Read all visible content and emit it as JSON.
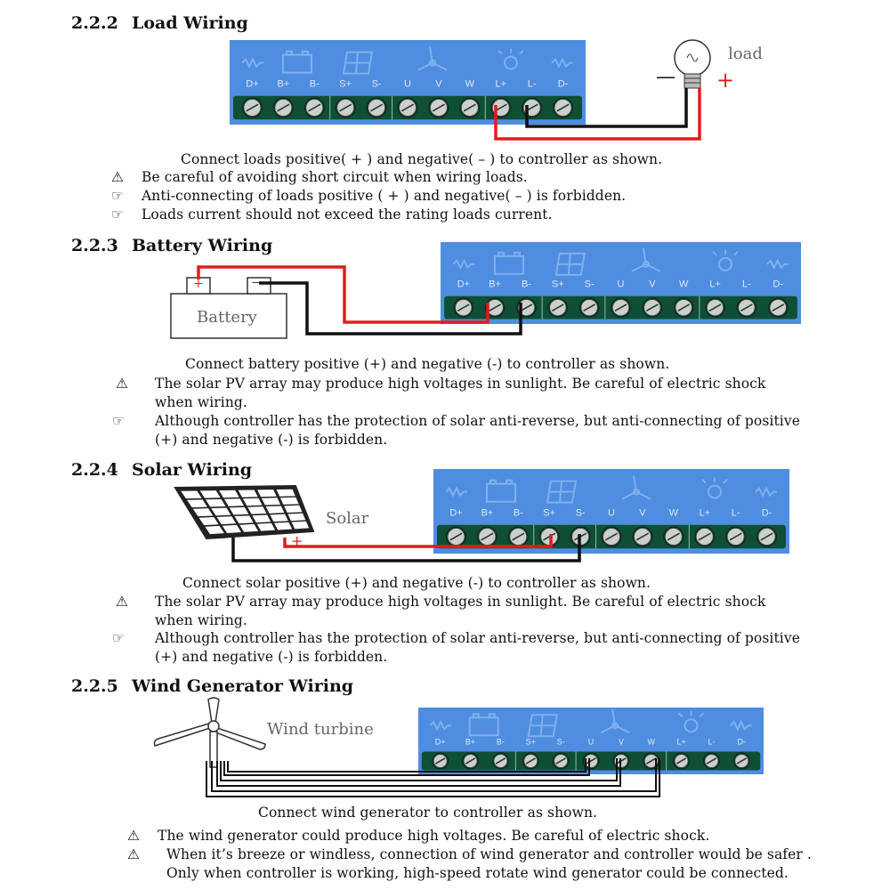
{
  "terminal_labels": [
    "D+",
    "B+",
    "B-",
    "S+",
    "S-",
    "U",
    "V",
    "W",
    "L+",
    "L-",
    "D-"
  ],
  "sections": [
    {
      "number": "2.2.2",
      "title": "Load Wiring",
      "device_label": "load",
      "minus": "—",
      "plus": "+",
      "caption": "Connect loads positive( + ) and negative( – ) to controller as shown.",
      "notes": [
        {
          "icon": "warning-icon",
          "text": "Be careful of avoiding short circuit when wiring loads."
        },
        {
          "icon": "pointing-hand-icon",
          "text": "Anti-connecting of loads positive ( + ) and negative( – ) is forbidden."
        },
        {
          "icon": "pointing-hand-icon",
          "text": "Loads current should not exceed the rating loads current."
        }
      ]
    },
    {
      "number": "2.2.3",
      "title": "Battery Wiring",
      "device_label": "Battery",
      "minus": "—",
      "plus": "+",
      "caption": "Connect battery positive (+) and negative (-) to controller as shown.",
      "notes": [
        {
          "icon": "warning-icon",
          "lines": [
            "The solar PV array may produce high voltages in sunlight. Be careful of electric shock",
            "when wiring."
          ]
        },
        {
          "icon": "pointing-hand-icon",
          "lines": [
            "Although controller has the protection of solar anti-reverse, but anti-connecting of positive",
            "(+) and negative (-) is forbidden."
          ]
        }
      ]
    },
    {
      "number": "2.2.4",
      "title": "Solar Wiring",
      "device_label": "Solar",
      "minus": "—",
      "plus": "+",
      "caption": "Connect solar positive (+) and negative (-) to controller as shown.",
      "notes": [
        {
          "icon": "warning-icon",
          "lines": [
            "The solar PV array may produce high voltages in sunlight. Be careful of electric shock",
            "when wiring."
          ]
        },
        {
          "icon": "pointing-hand-icon",
          "lines": [
            "Although controller has the protection of solar anti-reverse, but anti-connecting of positive",
            "(+) and negative (-) is forbidden."
          ]
        }
      ]
    },
    {
      "number": "2.2.5",
      "title": "Wind Generator Wiring",
      "device_label": "Wind turbine",
      "caption": "Connect wind generator to controller as shown.",
      "notes": [
        {
          "icon": "warning-icon",
          "text": "The wind generator could produce high voltages. Be careful of electric shock."
        },
        {
          "icon": "warning-icon",
          "lines": [
            "When it’s breeze or windless, connection of wind generator and controller would be safer .",
            "Only when controller is working, high-speed rotate wind generator could be connected."
          ]
        }
      ]
    }
  ],
  "colors": {
    "panel": "#4f8de0",
    "panel_light": "#7fb0ee",
    "terminal_strip": "#0f4f35",
    "wire_red": "#e31b1b",
    "wire_black": "#111111"
  }
}
